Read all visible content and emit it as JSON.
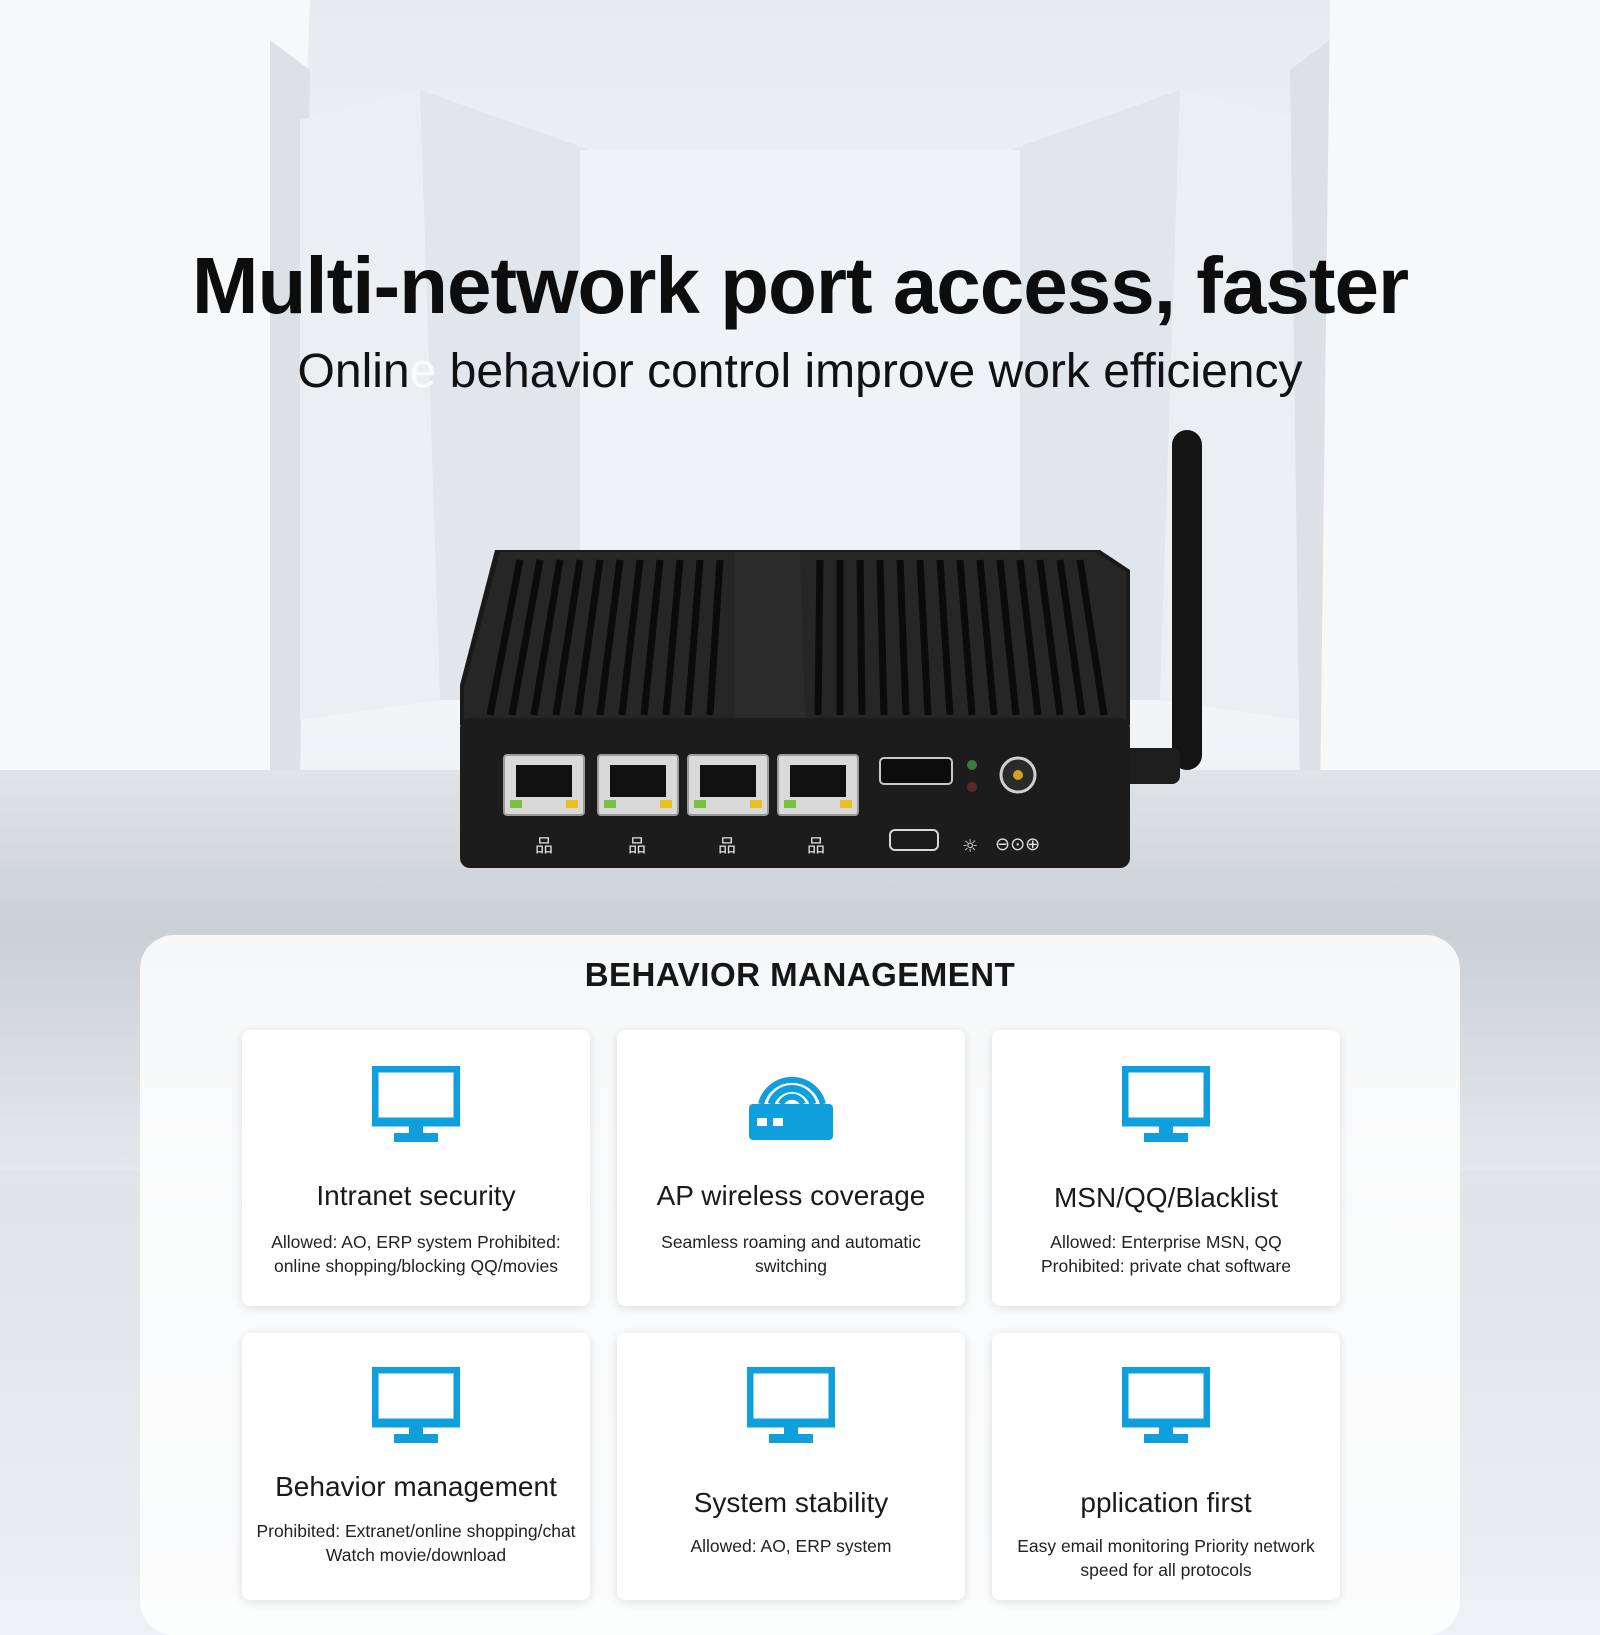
{
  "header": {
    "title": "Multi-network port access, faster",
    "subtitle_main": "Onlin",
    "subtitle_faint": "e",
    "subtitle_rest": " behavior control improve work efficiency"
  },
  "section": {
    "title": "BEHAVIOR MANAGEMENT"
  },
  "accent_color": "#0e9fdc",
  "features": [
    {
      "icon": "monitor-icon",
      "title": "Intranet security",
      "desc_line1": "Allowed: AO, ERP system Prohibited:",
      "desc_line2": "online shopping/blocking QQ/movies"
    },
    {
      "icon": "router-wifi-icon",
      "title": "AP wireless coverage",
      "desc_line1": "Seamless roaming and automatic",
      "desc_line2": "switching"
    },
    {
      "icon": "monitor-icon",
      "title": "MSN/QQ/Blacklist",
      "desc_line1": "Allowed: Enterprise MSN, QQ",
      "desc_line2": "Prohibited: private chat software"
    },
    {
      "icon": "monitor-icon",
      "title": "Behavior management",
      "desc_line1": "Prohibited: Extranet/online shopping/chat",
      "desc_line2": "Watch movie/download"
    },
    {
      "icon": "monitor-icon",
      "title": "System stability",
      "desc_line1": "Allowed: AO, ERP system",
      "desc_line2": ""
    },
    {
      "icon": "monitor-icon",
      "title": "pplication first",
      "desc_line1": "Easy email monitoring Priority network",
      "desc_line2": "speed for all protocols"
    }
  ]
}
